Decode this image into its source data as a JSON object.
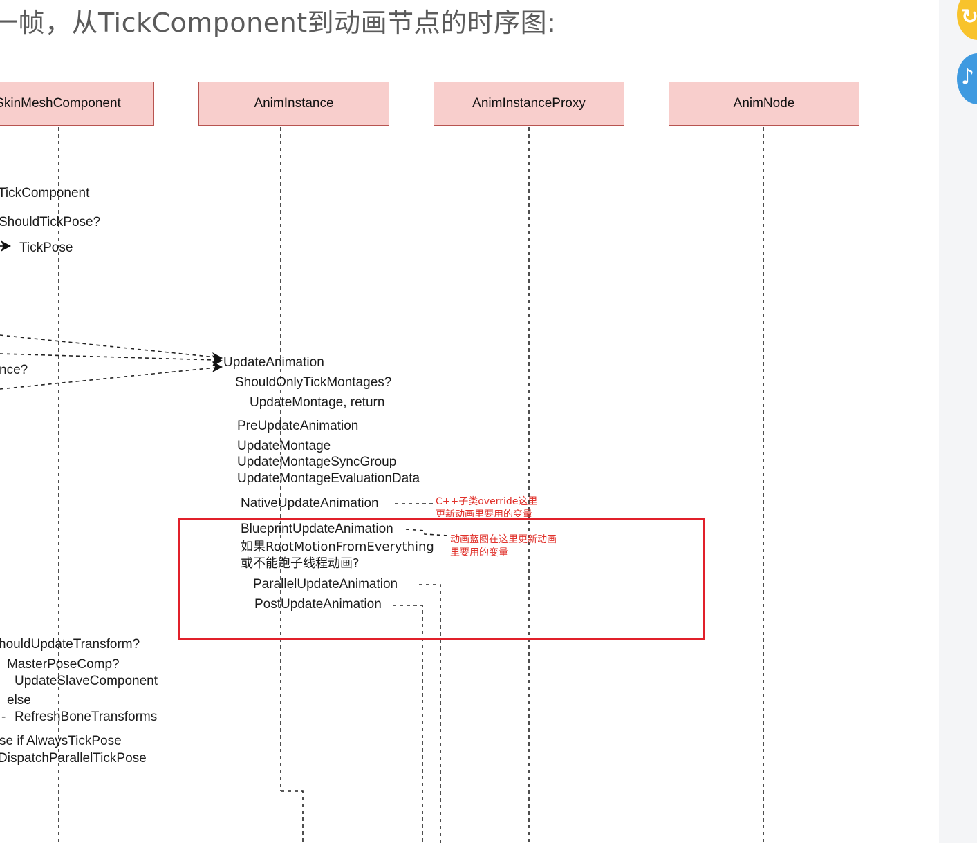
{
  "heading": "一帧，从TickComponent到动画节点的时序图:",
  "lanes": [
    "SkinMeshComponent",
    "AnimInstance",
    "AnimInstanceProxy",
    "AnimNode"
  ],
  "labels": {
    "tick_component": "TickComponent",
    "should_tick_pose": "ShouldTickPose?",
    "tick_pose": "TickPose",
    "instance_q": "nce?",
    "update_animation": "UpdateAnimation",
    "should_only_tick_montages": "ShouldOnlyTickMontages?",
    "update_montage_return": "UpdateMontage, return",
    "pre_update_animation": "PreUpdateAnimation",
    "update_montage": "UpdateMontage",
    "update_montage_sync_group": "UpdateMontageSyncGroup",
    "update_montage_evaluation_data": "UpdateMontageEvaluationData",
    "native_update_animation": "NativeUpdateAnimation",
    "blueprint_update_animation": "BlueprintUpdateAnimation",
    "root_motion_line1": "如果RootMotionFromEverything",
    "root_motion_line2": "或不能跑子线程动画?",
    "parallel_update_animation": "ParallelUpdateAnimation",
    "post_update_animation": "PostUpdateAnimation",
    "should_update_transform": "houldUpdateTransform?",
    "master_pose_comp": "MasterPoseComp?",
    "update_slave_component": "UpdateSlaveComponent",
    "else": "else",
    "refresh_bone_transforms": "RefreshBoneTransforms",
    "else_if_always_tick_pose": "se if AlwaysTickPose",
    "dispatch_parallel_tick_pose": "DispatchParallelTickPose"
  },
  "notes": {
    "cpp_line1": "C++子类override这里",
    "cpp_line2": "更新动画里要用的变量",
    "bp_line1": "动画蓝图在这里更新动画",
    "bp_line2": "里要用的变量"
  },
  "colors": {
    "lane_fill": "#f8cecc",
    "lane_border": "#b85450",
    "highlight": "#e1202a",
    "note_text": "#e0302a",
    "rail_yellow": "#f8c32c",
    "rail_blue": "#3f9ae0"
  },
  "rail_icons": [
    "yellow-badge-icon",
    "blue-badge-icon"
  ]
}
